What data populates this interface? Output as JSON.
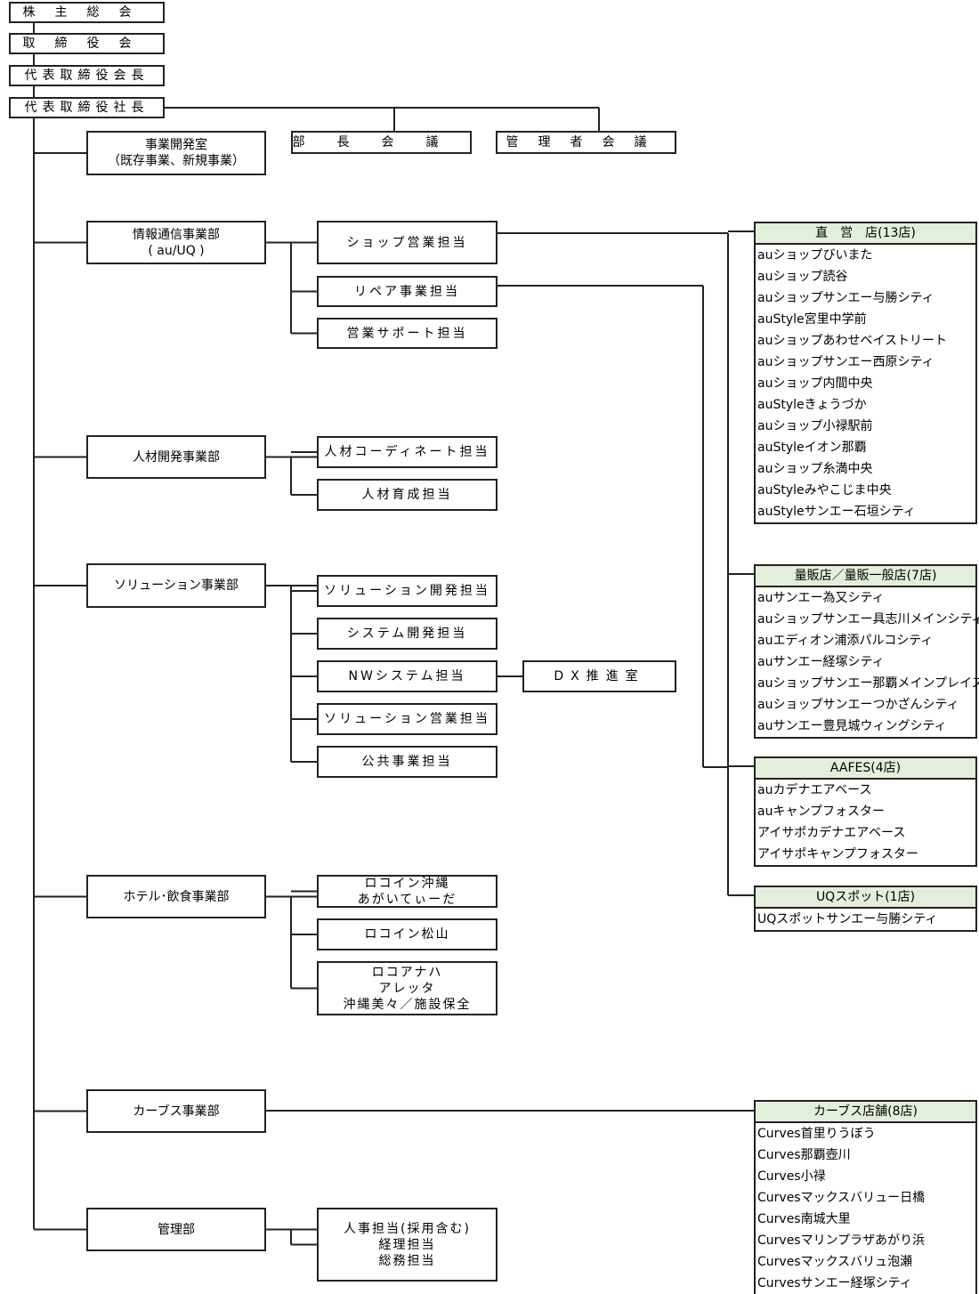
{
  "colors": {
    "line": "#222222",
    "store_header_bg": "#e2efda"
  },
  "executive": {
    "shareholders": "株主総会",
    "board": "取締役会",
    "chairman": "代表取締役会長",
    "president": "代表取締役社長"
  },
  "meetings": {
    "department_heads": "部長会議",
    "managers": "管理者会議"
  },
  "business_dev": {
    "line1": "事業開発室",
    "line2": "（既存事業、新規事業）"
  },
  "divisions": [
    {
      "name": "情報通信事業部",
      "sub": "( au/UQ )",
      "units": [
        "ショップ営業担当",
        "リペア事業担当",
        "営業サポート担当"
      ]
    },
    {
      "name": "人材開発事業部",
      "units": [
        "人材コーディネート担当",
        "人材育成担当"
      ]
    },
    {
      "name": "ソリューション事業部",
      "units": [
        "ソリューション開発担当",
        "システム開発担当",
        "NWシステム担当",
        "ソリューション営業担当",
        "公共事業担当"
      ],
      "dx": "DX推進室"
    },
    {
      "name": "ホテル･飲食事業部",
      "units": [
        [
          "ロコイン沖縄",
          "あがいてぃーだ"
        ],
        [
          "ロコイン松山"
        ],
        [
          "ロコアナハ",
          "アレッタ",
          "沖縄美々／施設保全"
        ]
      ]
    },
    {
      "name": "カーブス事業部",
      "units": []
    },
    {
      "name": "管理部",
      "units": [
        [
          "人事担当(採用含む)",
          "経理担当",
          "総務担当"
        ]
      ]
    }
  ],
  "stores": [
    {
      "title": "直　営　店(13店)",
      "items": [
        "auショップびいまた",
        "auショップ読谷",
        "auショップサンエー与勝シティ",
        "auStyle宮里中学前",
        "auショップあわせベイストリート",
        "auショップサンエー西原シティ",
        "auショップ内間中央",
        "auStyleきょうづか",
        "auショップ小禄駅前",
        "auStyleイオン那覇",
        "auショップ糸満中央",
        "auStyleみやこじま中央",
        "auStyleサンエー石垣シティ"
      ]
    },
    {
      "title": "量販店／量販一般店(7店)",
      "items": [
        "auサンエー為又シティ",
        "auショップサンエー具志川メインシティ",
        "auエディオン浦添パルコシティ",
        "auサンエー経塚シティ",
        "auショップサンエー那覇メインプレイス",
        "auショップサンエーつかざんシティ",
        "auサンエー豊見城ウィングシティ"
      ]
    },
    {
      "title": "AAFES(4店)",
      "items": [
        "auカデナエアベース",
        "auキャンプフォスター",
        "アイサポカデナエアベース",
        "アイサポキャンプフォスター"
      ]
    },
    {
      "title": "UQスポット(1店)",
      "items": [
        "UQスポットサンエー与勝シティ"
      ]
    },
    {
      "title": "カーブス店舗(8店)",
      "items": [
        "Curves首里りうぼう",
        "Curves那覇壺川",
        "Curves小禄",
        "Curvesマックスバリュー日橋",
        "Curves南城大里",
        "Curvesマリンプラザあがり浜",
        "Curvesマックスバリュ泡瀬",
        "Curvesサンエー経塚シティ"
      ]
    }
  ]
}
